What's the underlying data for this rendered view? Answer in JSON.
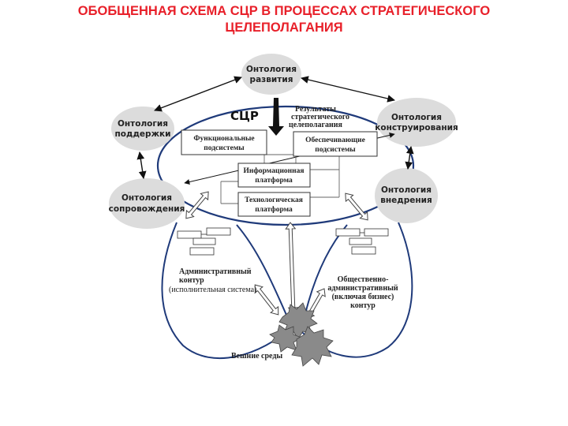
{
  "title": {
    "line1": "ОБОБЩЕННАЯ СХЕМА СЦР В ПРОЦЕССАХ СТРАТЕГИЧЕСКОГО",
    "line2": "ЦЕЛЕПОЛАГАНИЯ"
  },
  "ontologies": {
    "development": [
      "Онтология",
      "развития"
    ],
    "support": [
      "Онтология",
      "поддержки"
    ],
    "construction": [
      "Онтология",
      "конструирования"
    ],
    "accompaniment": [
      "Онтология",
      "сопровождения"
    ],
    "implementation": [
      "Онтология",
      "внедрения"
    ]
  },
  "center": {
    "label": "СЦР",
    "results": [
      "Результаты",
      "стратегического",
      "целеполагания"
    ]
  },
  "boxes": {
    "functional": [
      "Функциональные",
      "подсистемы"
    ],
    "supporting": [
      "Обеспечивающие",
      "подсистемы"
    ],
    "information": [
      "Информационная",
      "платформа"
    ],
    "technology": [
      "Технологическая",
      "платформа"
    ]
  },
  "contours": {
    "administrative": [
      "Административный",
      "контур",
      "(исполнительная система)"
    ],
    "public": [
      "Общественно-",
      "административный",
      "(включая бизнес)",
      "контур"
    ]
  },
  "environment": "Вешние среды",
  "colors": {
    "title": "#e8202a",
    "ellipse": "#dcdcdc",
    "contour": "#1f3a7a"
  }
}
